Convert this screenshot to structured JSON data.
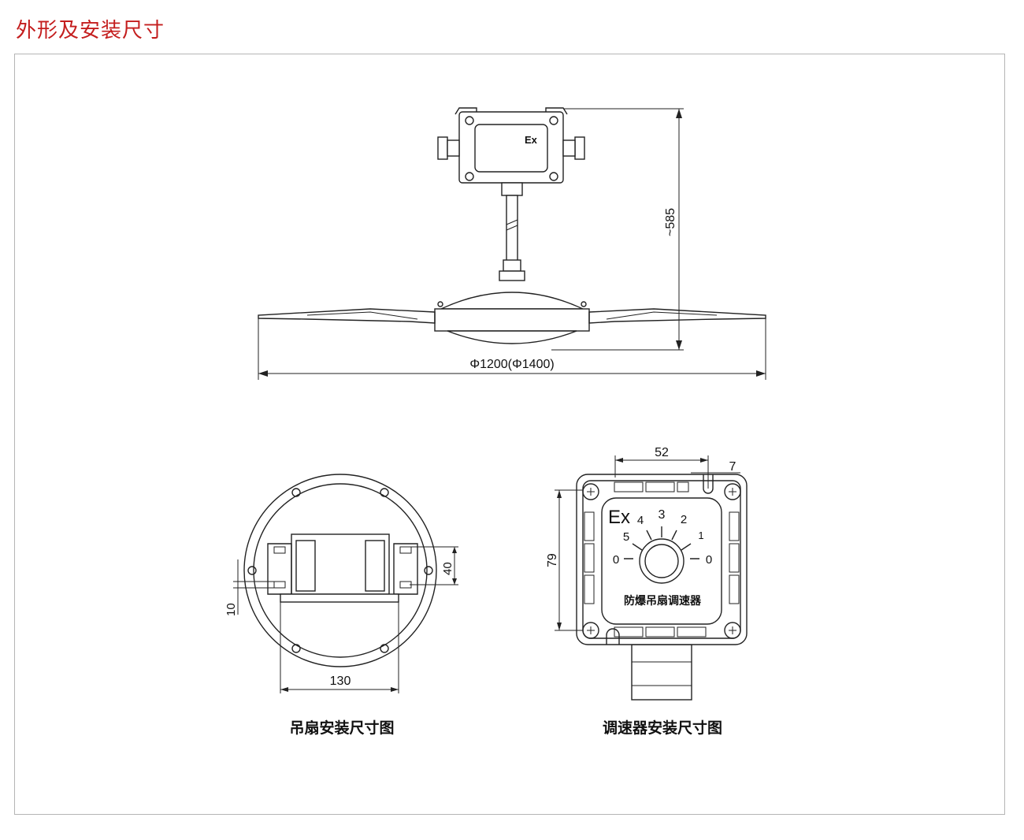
{
  "header": {
    "title": "外形及安装尺寸",
    "title_color": "#c41e1e"
  },
  "fan_drawing": {
    "ex_mark": "Ex",
    "height_dim": "~585",
    "diameter_dim": "Φ1200(Φ1400)"
  },
  "fan_mount": {
    "dims": {
      "slot_spacing": "40",
      "slot_width": "10",
      "width": "130"
    },
    "caption": "吊扇安装尺寸图"
  },
  "regulator": {
    "ex_mark": "Ex",
    "dial_labels": [
      "0",
      "5",
      "4",
      "3",
      "2",
      "1",
      "0"
    ],
    "product_name": "防爆吊扇调速器",
    "dims": {
      "hole_spacing": "52",
      "slot": "7",
      "height": "79"
    },
    "caption": "调速器安装尺寸图"
  }
}
